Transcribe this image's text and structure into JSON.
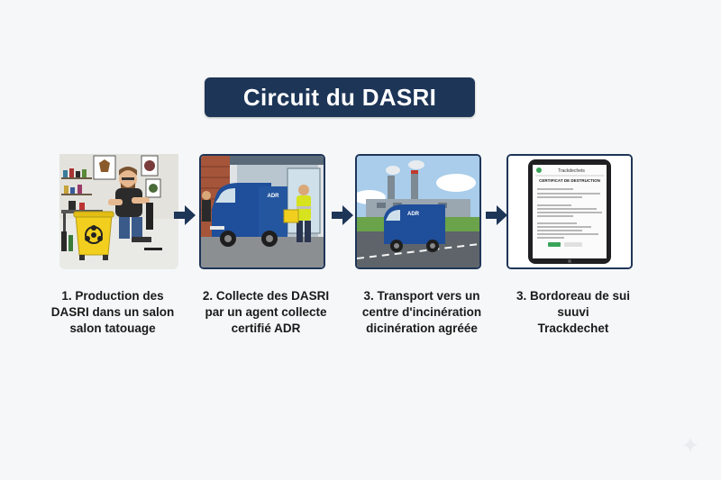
{
  "title": "Circuit du DASRI",
  "steps": [
    {
      "lines": [
        "1. Production des",
        "DASRI dans un salon",
        "salon tatouage"
      ],
      "scene": "tattoo-studio-with-biohazard-bin"
    },
    {
      "lines": [
        "2. Collecte des DASRI",
        "par un agent collecte",
        "certifié ADR"
      ],
      "scene": "collection-van-with-agent"
    },
    {
      "lines": [
        "3. Transport vers un",
        "centre d'incinération",
        "dicinération agréée"
      ],
      "scene": "van-driving-to-incinerator"
    },
    {
      "lines": [
        "3. Bordoreau de sui",
        "suuvi",
        "Trackdechet"
      ],
      "scene": "tablet-with-certificate"
    }
  ],
  "tablet": {
    "header": "Trackdechets",
    "doc_title": "CERTIFICAT DE DESTRUCTION"
  },
  "van_logo": "ADR",
  "colors": {
    "accent": "#1d3557",
    "van": "#1f4e9a",
    "bin": "#f2cf1e"
  },
  "icons": [
    "arrow-right-icon",
    "biohazard-icon",
    "sparkle-icon"
  ]
}
